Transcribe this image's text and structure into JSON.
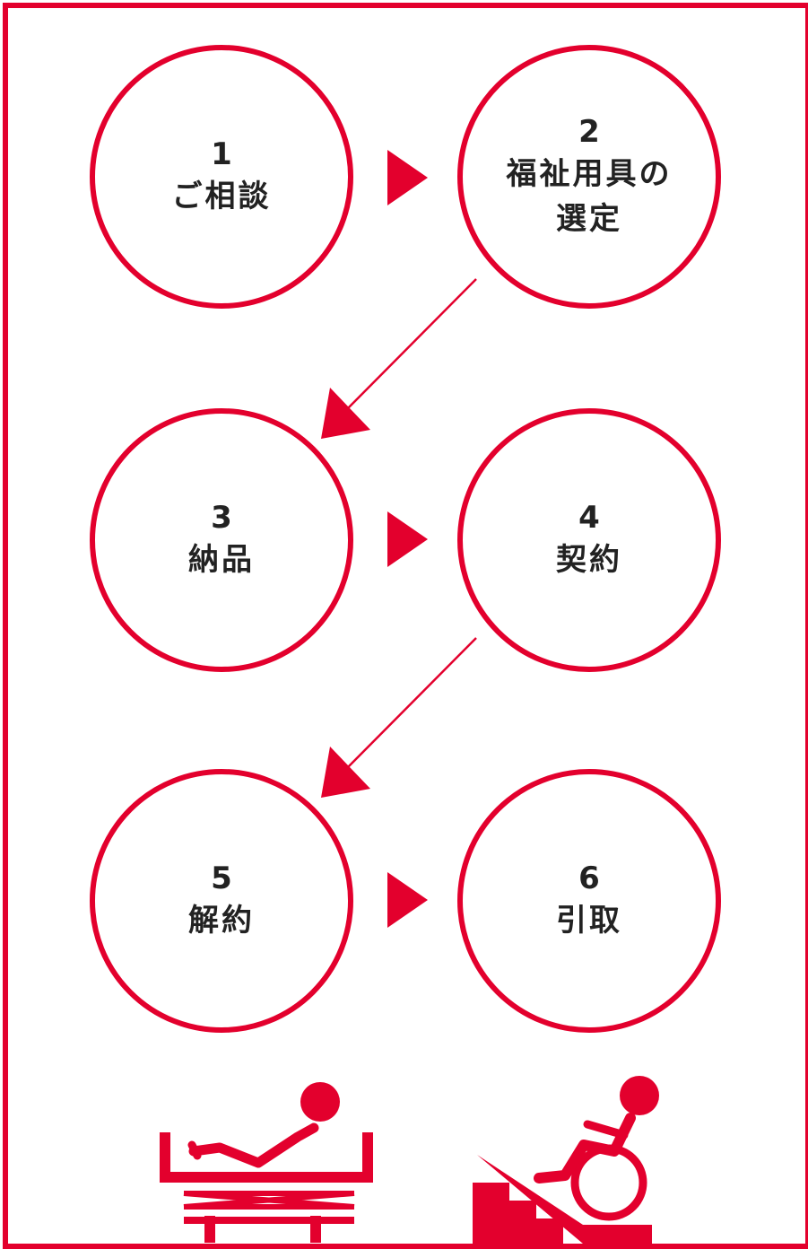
{
  "colors": {
    "accent": "#e3002d",
    "text": "#222222"
  },
  "steps": [
    {
      "num": "1",
      "label": "ご相談"
    },
    {
      "num": "2",
      "label": "福祉用具の",
      "label2": "選定"
    },
    {
      "num": "3",
      "label": "納品"
    },
    {
      "num": "4",
      "label": "契約"
    },
    {
      "num": "5",
      "label": "解約"
    },
    {
      "num": "6",
      "label": "引取"
    }
  ],
  "icons": [
    "care-bed-icon",
    "wheelchair-ramp-icon"
  ]
}
